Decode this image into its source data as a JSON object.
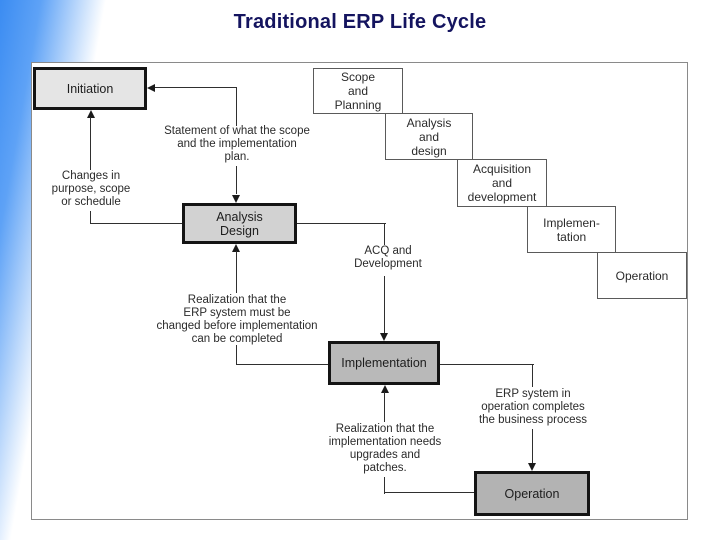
{
  "slide": {
    "title": "Traditional ERP Life Cycle"
  },
  "colors": {
    "accent_blue": "#3b8cf2",
    "title_text": "#14145f",
    "line": "#2f2f2f",
    "frame_border": "#8a8a8a",
    "fill_initiation": "#e5e5e5",
    "fill_analysis_design": "#d2d2d2",
    "fill_implementation": "#b9b9b9",
    "fill_operation": "#b3b3b3"
  },
  "diagram": {
    "cascade_boxes": [
      {
        "id": "scope-and-planning",
        "label": "Scope\nand\nPlanning"
      },
      {
        "id": "analysis-and-design",
        "label": "Analysis\nand\ndesign"
      },
      {
        "id": "acquisition-and-development",
        "label": "Acquisition\nand\ndevelopment"
      },
      {
        "id": "implementation-stage",
        "label": "Implemen-\ntation"
      },
      {
        "id": "operation-stage",
        "label": "Operation"
      }
    ],
    "main_boxes": [
      {
        "id": "initiation",
        "label": "Initiation"
      },
      {
        "id": "analysis-design",
        "label": "Analysis\nDesign"
      },
      {
        "id": "implementation",
        "label": "Implementation"
      },
      {
        "id": "operation",
        "label": "Operation"
      }
    ],
    "annotations": [
      {
        "id": "statement",
        "text": "Statement of what the scope\nand the implementation\nplan."
      },
      {
        "id": "changes",
        "text": "Changes in\npurpose, scope\nor schedule"
      },
      {
        "id": "acq-development",
        "text": "ACQ and\nDevelopment"
      },
      {
        "id": "realization-change",
        "text": "Realization that the\nERP system must be\nchanged before implementation\ncan be completed"
      },
      {
        "id": "erp-in-operation",
        "text": "ERP system in\noperation completes\nthe business process"
      },
      {
        "id": "realization-upgrades",
        "text": "Realization that the\nimplementation needs\nupgrades and\npatches."
      }
    ]
  }
}
